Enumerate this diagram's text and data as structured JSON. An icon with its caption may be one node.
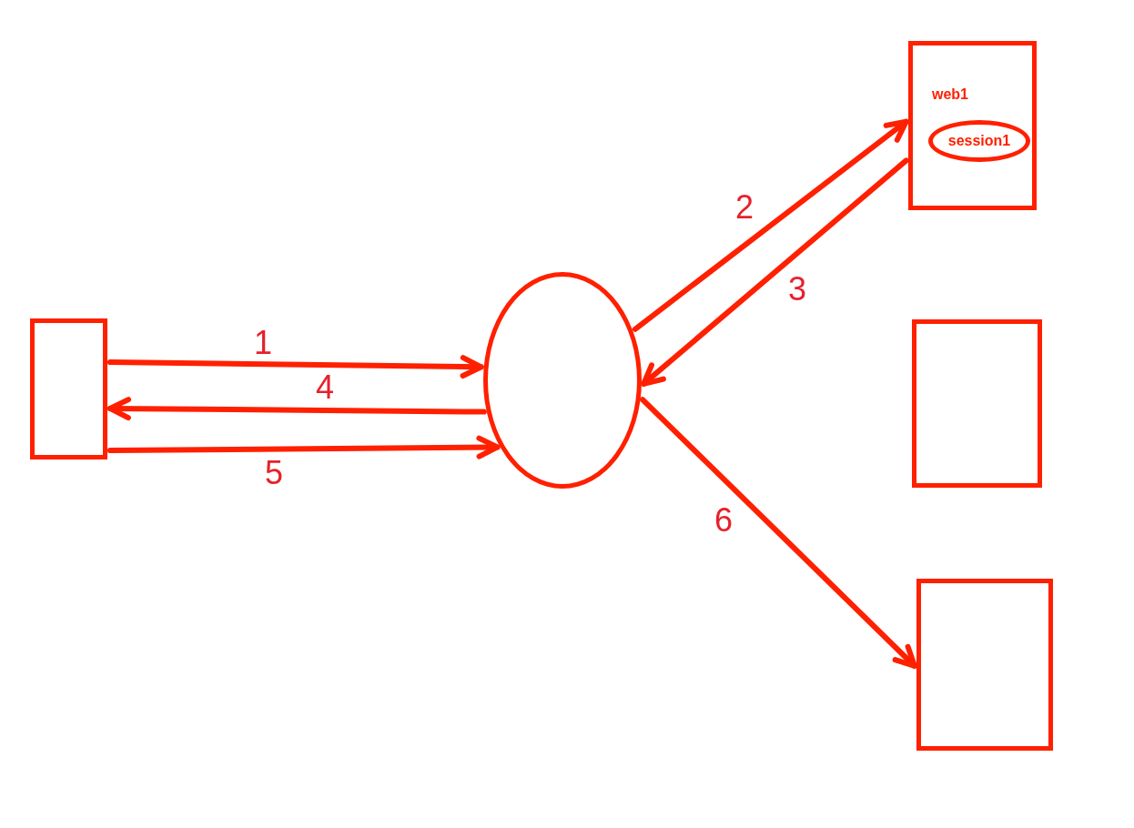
{
  "diagram": {
    "nodes": [
      {
        "text": [],
        "shape": "box"
      },
      {
        "text": [],
        "shape": "ellipse"
      },
      {
        "text": [
          "web1"
        ]
      },
      {
        "text": [
          "session1"
        ],
        "in": 2
      },
      {
        "text": [],
        "shape": "box"
      },
      {
        "text": [],
        "shape": "box"
      }
    ],
    "edges": [
      {
        "from": 0,
        "to": 1,
        "arrow": "to",
        "label": "1"
      },
      {
        "from": 1,
        "to": 2,
        "arrow": "to",
        "label": "2"
      },
      {
        "from": 2,
        "to": 1,
        "arrow": "to",
        "label": "3"
      },
      {
        "from": 1,
        "to": 0,
        "arrow": "to",
        "label": "4"
      },
      {
        "from": 0,
        "to": 1,
        "arrow": "to",
        "label": "5"
      },
      {
        "from": 1,
        "to": 5,
        "arrow": "to",
        "label": "6"
      }
    ]
  }
}
